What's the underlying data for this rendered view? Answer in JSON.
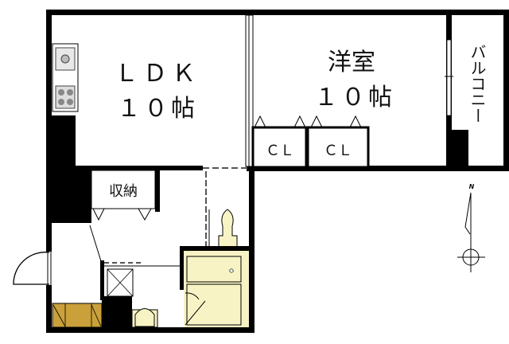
{
  "rooms": {
    "ldk": {
      "name": "ＬＤＫ",
      "size": "１０帖"
    },
    "western": {
      "name": "洋室",
      "size": "１０帖"
    },
    "storage": {
      "name": "収納"
    },
    "closet_1": {
      "name": "ＣＬ"
    },
    "closet_2": {
      "name": "ＣＬ"
    },
    "balcony": {
      "name": "バルコニー"
    }
  },
  "compass": {
    "label": "N"
  },
  "colors": {
    "wall": "#000000",
    "fixture_yellow": "#f7f3c4",
    "shoe_box": "#c9a03a"
  }
}
